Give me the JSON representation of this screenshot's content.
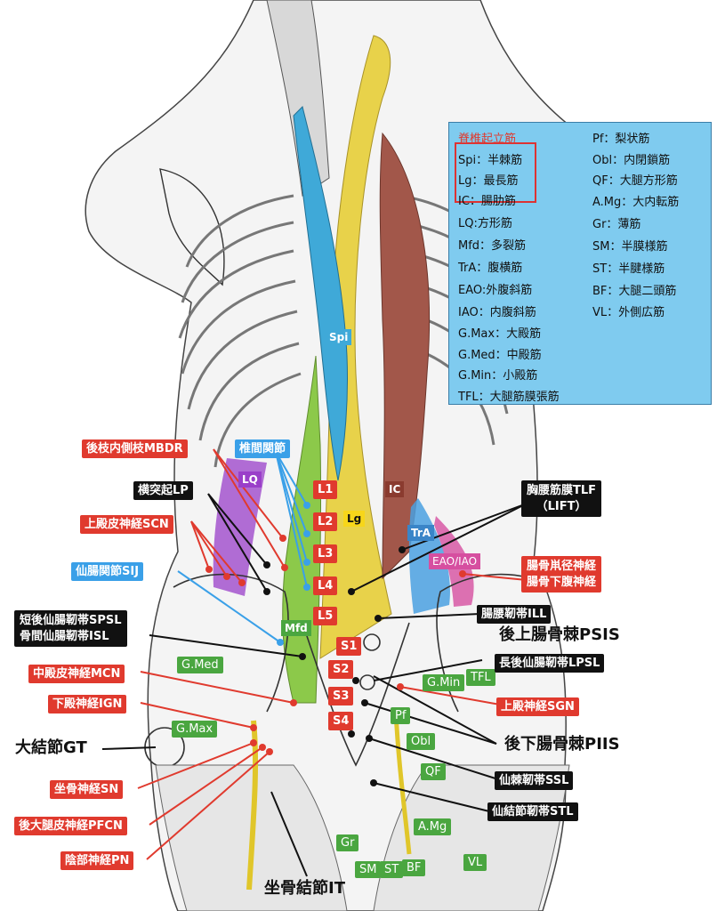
{
  "legend": {
    "title": "脊椎起立筋",
    "left": [
      "Spi：半棘筋",
      "Lg：最長筋",
      "IC：腸肋筋",
      "LQ:方形筋",
      "Mfd：多裂筋",
      "TrA：腹横筋",
      "EAO:外腹斜筋",
      "IAO：内腹斜筋",
      "G.Max：大殿筋",
      "G.Med：中殿筋",
      "G.Min：小殿筋",
      "TFL：大腿筋膜張筋"
    ],
    "right": [
      "Pf：梨状筋",
      "Obl：内閉鎖筋",
      "QF：大腿方形筋",
      "A.Mg：大内転筋",
      "Gr：薄筋",
      "SM：半膜様筋",
      "ST：半腱様筋",
      "BF：大腿二頭筋",
      "VL：外側広筋"
    ]
  },
  "labels": {
    "mbdr": "後枝内側枝MBDR",
    "facet": "椎間関節",
    "lp": "横突起LP",
    "scn": "上殿皮神経SCN",
    "sij": "仙腸関節SIJ",
    "spsl1": "短後仙腸靭帯SPSL",
    "spsl2": "骨間仙腸靭帯ISL",
    "mcn": "中殿皮神経MCN",
    "ign": "下殿神経IGN",
    "gt": "大結節GT",
    "sn": "坐骨神経SN",
    "pfcn": "後大腿皮神経PFCN",
    "pn": "陰部神経PN",
    "it": "坐骨結節IT",
    "tlf1": "胸腰筋膜TLF",
    "tlf2": "（LIFT）",
    "ilio1": "腸骨鼡径神経",
    "ilio2": "腸骨下腹神経",
    "ill": "腸腰靭帯ILL",
    "psis": "後上腸骨棘PSIS",
    "lpsl": "長後仙腸靭帯LPSL",
    "sgn": "上殿神経SGN",
    "piis": "後下腸骨棘PIIS",
    "ssl": "仙棘靭帯SSL",
    "stl": "仙結節靭帯STL"
  },
  "muscles": {
    "spi": "Spi",
    "lq": "LQ",
    "ic": "IC",
    "lg": "Lg",
    "tra": "TrA",
    "eao": "EAO/IAO",
    "mfd": "Mfd",
    "gmed": "G.Med",
    "gmax": "G.Max",
    "gmin": "G.Min",
    "tfl": "TFL",
    "pf": "Pf",
    "obl": "Obl",
    "qf": "QF",
    "amg": "A.Mg",
    "gr": "Gr",
    "sm": "SM",
    "st": "ST",
    "bf": "BF",
    "vl": "VL"
  },
  "vertebrae": {
    "l1": "L1",
    "l2": "L2",
    "l3": "L3",
    "l4": "L4",
    "l5": "L5",
    "s1": "S1",
    "s2": "S2",
    "s3": "S3",
    "s4": "S4"
  },
  "colors": {
    "red": "#e03a2e",
    "black": "#111111",
    "blue": "#3aa0e8",
    "green": "#4aa640",
    "spi": "#3fa9d8",
    "lg": "#e8d24a",
    "ic": "#a2574a",
    "lq": "#9a3fc9",
    "mfd": "#8cc94a",
    "tra": "#4aa0e0",
    "eao": "#d64fa0"
  }
}
